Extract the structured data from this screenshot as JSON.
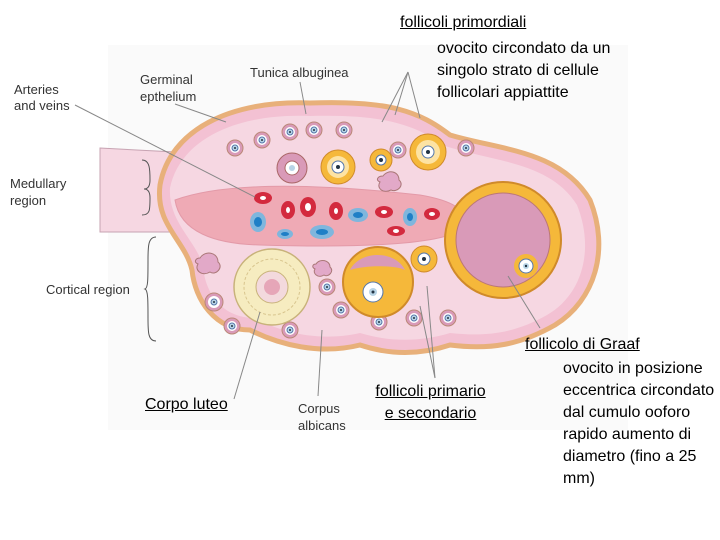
{
  "labels": {
    "primordial_title": "follicoli primordiali",
    "primordial_desc": [
      "ovocito circondato da un",
      "singolo strato di cellule",
      "follicolari appiattite"
    ],
    "arteries": [
      "Arteries",
      "and veins"
    ],
    "germinal": [
      "Germinal",
      "epthelium"
    ],
    "tunica": "Tunica albuginea",
    "medullary": [
      "Medullary",
      "region"
    ],
    "cortical": "Cortical region",
    "corpo_luteo": "Corpo luteo",
    "corpus_albicans": [
      "Corpus",
      "albicans"
    ],
    "follicoli_primario": [
      "follicoli primario",
      "e secondario"
    ],
    "graaf_title": "follicolo di Graaf",
    "graaf_desc": [
      "ovocito in posizione eccentrica circondato dal cumulo ooforo",
      "rapido aumento di diametro (fino a 25 mm)"
    ]
  },
  "colors": {
    "ovary_fill": "#f6d7e2",
    "cortex_fill": "#f3c1d3",
    "medulla_fill": "#efaab5",
    "capsule": "#e8b07a",
    "follicle_yellow": "#f5b83a",
    "antrum": "#d99ab8",
    "oocyte": "#b8d4e6",
    "artery": "#d32a3e",
    "vein": "#1f7fc6",
    "corpus_luteum": "#f6ecc0"
  }
}
